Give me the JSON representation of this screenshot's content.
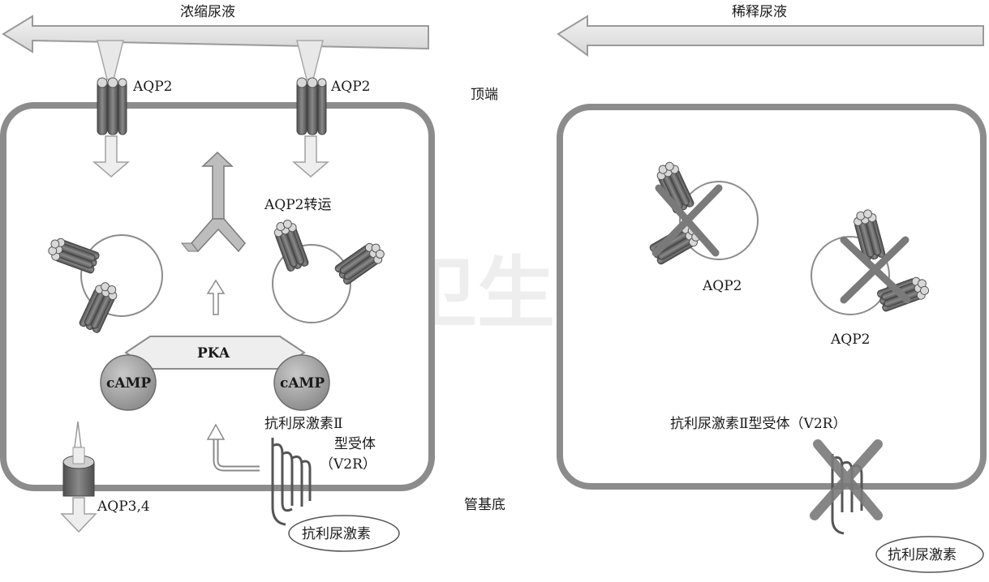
{
  "labels": {
    "concentrated_urine": "浓缩尿液",
    "dilute_urine": "稀释尿液",
    "apical": "顶端",
    "basolateral": "管基底",
    "aqp2_left": "AQP2",
    "aqp2_right": "AQP2",
    "aqp2_transport": "AQP2转运",
    "pka": "PKA",
    "camp_left": "cAMP",
    "camp_right": "cAMP",
    "v2r_line1": "抗利尿激素Ⅱ",
    "v2r_line2": "型受体",
    "v2r_line3": "（V2R）",
    "aqp34": "AQP3,4",
    "adh_left": "抗利尿激素",
    "aqp2_vesicle_a": "AQP2",
    "aqp2_vesicle_b": "AQP2",
    "v2r_right": "抗利尿激素Ⅱ型受体（V2R）",
    "adh_right": "抗利尿激素"
  },
  "watermark": "人民卫生出版社",
  "colors": {
    "cell_border": "#8c8c8c",
    "channel": "#6e6e6e",
    "arrow_fill": "#e4e4e4",
    "arrow_stroke": "#a0a0a0",
    "camp_fill": "#9a9a9a",
    "cross": "#7a7a7a"
  }
}
